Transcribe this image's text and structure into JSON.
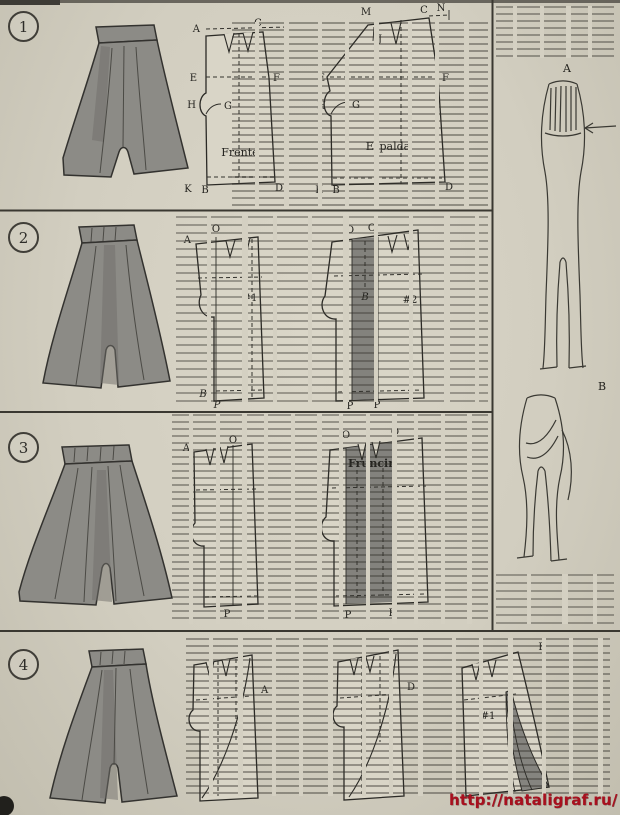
{
  "page": {
    "watermark": "http://nataligraf.ru/",
    "paper_color": "#d2cec0",
    "ink_color": "#2b2a26",
    "accent_red": "#a8101e",
    "garment_gray": "#8c8b86"
  },
  "rows": [
    {
      "number": "1",
      "patterns": [
        {
          "title": "Frente",
          "letters": [
            "A",
            "C",
            "E",
            "F",
            "H",
            "G",
            "K",
            "B",
            "D"
          ]
        },
        {
          "title": "Espalda",
          "letters": [
            "M",
            "J",
            "C",
            "N",
            "E",
            "F",
            "H",
            "G",
            "K",
            "B",
            "D"
          ]
        }
      ]
    },
    {
      "number": "2",
      "patterns": [
        {
          "title": "#1",
          "letters": [
            "A",
            "O",
            "B",
            "P"
          ]
        },
        {
          "title": "#2",
          "letters": [
            "O",
            "O",
            "B",
            "P",
            "P"
          ]
        }
      ]
    },
    {
      "number": "3",
      "patterns": [
        {
          "letters": [
            "A",
            "O",
            "P"
          ]
        },
        {
          "title": "Fruncir",
          "letters": [
            "O",
            "O",
            "P",
            "P"
          ]
        }
      ]
    },
    {
      "number": "4",
      "patterns": [
        {
          "letters": [
            "A"
          ]
        },
        {
          "letters": [
            "D"
          ]
        },
        {
          "title": "#1",
          "letters": [
            "B"
          ]
        }
      ]
    }
  ],
  "side_figures": {
    "top_label": "A",
    "bottom_label": "B"
  }
}
